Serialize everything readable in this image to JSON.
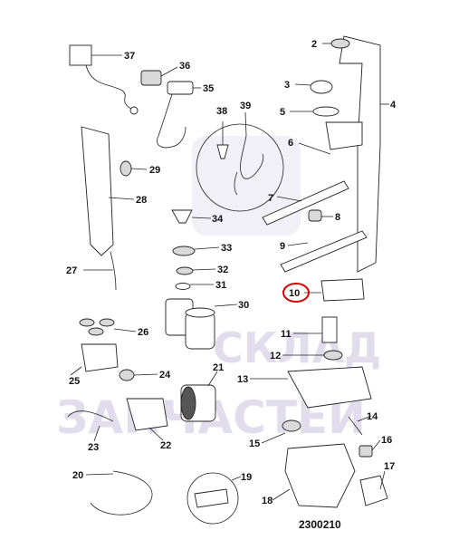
{
  "watermark": {
    "line1": "СКЛАД",
    "line2": "ЗАПЧАСТЕЙ",
    "color": "#c9c3dd"
  },
  "highlight_color": "#d90000",
  "drawing_code": "2300210",
  "parts": [
    {
      "id": "37",
      "label": "37"
    },
    {
      "id": "36",
      "label": "36"
    },
    {
      "id": "35",
      "label": "35"
    },
    {
      "id": "38",
      "label": "38"
    },
    {
      "id": "39",
      "label": "39"
    },
    {
      "id": "29",
      "label": "29"
    },
    {
      "id": "28",
      "label": "28"
    },
    {
      "id": "34",
      "label": "34"
    },
    {
      "id": "33",
      "label": "33"
    },
    {
      "id": "32",
      "label": "32"
    },
    {
      "id": "31",
      "label": "31"
    },
    {
      "id": "30",
      "label": "30"
    },
    {
      "id": "27",
      "label": "27"
    },
    {
      "id": "26",
      "label": "26"
    },
    {
      "id": "25",
      "label": "25"
    },
    {
      "id": "24",
      "label": "24"
    },
    {
      "id": "21",
      "label": "21"
    },
    {
      "id": "23",
      "label": "23"
    },
    {
      "id": "22",
      "label": "22"
    },
    {
      "id": "20",
      "label": "20"
    },
    {
      "id": "19",
      "label": "19"
    },
    {
      "id": "2",
      "label": "2"
    },
    {
      "id": "3",
      "label": "3"
    },
    {
      "id": "4",
      "label": "4"
    },
    {
      "id": "5",
      "label": "5"
    },
    {
      "id": "6",
      "label": "6"
    },
    {
      "id": "7",
      "label": "7"
    },
    {
      "id": "8",
      "label": "8"
    },
    {
      "id": "9",
      "label": "9"
    },
    {
      "id": "10",
      "label": "10"
    },
    {
      "id": "11",
      "label": "11"
    },
    {
      "id": "12",
      "label": "12"
    },
    {
      "id": "13",
      "label": "13"
    },
    {
      "id": "14",
      "label": "14"
    },
    {
      "id": "15",
      "label": "15"
    },
    {
      "id": "16",
      "label": "16"
    },
    {
      "id": "17",
      "label": "17"
    },
    {
      "id": "18",
      "label": "18"
    }
  ]
}
